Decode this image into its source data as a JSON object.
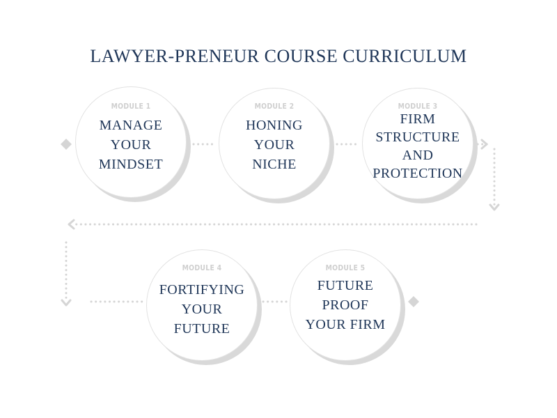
{
  "title": "LAWYER-PRENEUR COURSE CURRICULUM",
  "colors": {
    "title": "#1e3557",
    "module_label": "#cfcfcf",
    "module_text": "#1e3557",
    "connector": "#d5d5d5",
    "shadow": "#d9d9d9"
  },
  "modules": [
    {
      "label": "MODULE 1",
      "text": "MANAGE\nYOUR\nMINDSET"
    },
    {
      "label": "MODULE 2",
      "text": "HONING\nYOUR\nNICHE"
    },
    {
      "label": "MODULE 3",
      "text": "FIRM\nSTRUCTURE\nAND\nPROTECTION"
    },
    {
      "label": "MODULE 4",
      "text": "FORTIFYING\nYOUR\nFUTURE"
    },
    {
      "label": "MODULE 5",
      "text": "FUTURE\nPROOF\nYOUR FIRM"
    }
  ]
}
